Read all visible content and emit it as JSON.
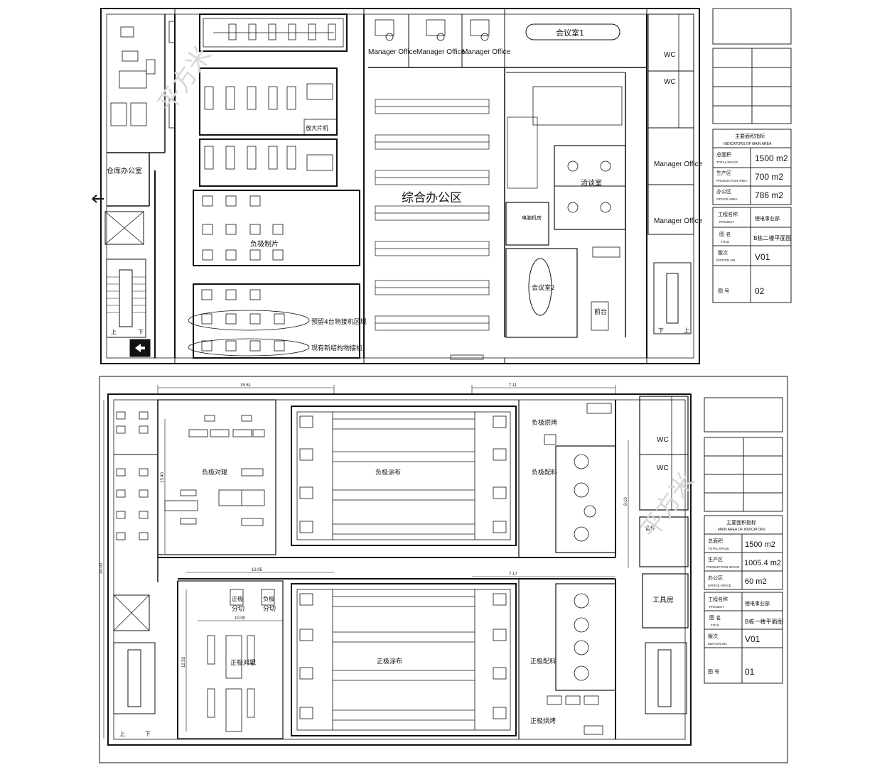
{
  "plan_upper": {
    "rooms": {
      "warehouse_office": "仓库办公室",
      "manager_office_1": "Manager Office",
      "manager_office_2": "Manager Office",
      "manager_office_3": "Manager Office",
      "meeting_room_1": "会议室1",
      "meeting_room_2": "会议室2",
      "negotiation_room": "洽谈室",
      "general_office": "综合办公区",
      "it_room": "电脑机房",
      "counter": "前台",
      "wc_1": "WC",
      "wc_2": "WC",
      "manager_office_right_1": "Manager Office",
      "manager_office_right_2": "Manager Office",
      "anode_cut": "负极制片",
      "reserved_winding": "预留4台物接机区域",
      "existing_winding": "现有新结构物接机",
      "amplifier_room": "放大片机",
      "stair_up": "上",
      "stair_down": "下",
      "stair_up_r": "上",
      "stair_down_r": "下"
    },
    "watermark": "平方米"
  },
  "plan_lower": {
    "rooms": {
      "anode_rolling": "负极对辊",
      "anode_coating": "负极涂布",
      "anode_baking": "负极烘烤",
      "anode_mixing": "负极配料",
      "cathode_rolling": "正极对辊",
      "cathode_coating": "正极涂布",
      "cathode_mixing": "正极配料",
      "cathode_baking": "正极烘烤",
      "tool_room": "工具房",
      "wc_1": "WC",
      "wc_2": "WC",
      "slit_1": "分切",
      "slit_2": "分切",
      "slit_tag_1": "正极",
      "slit_tag_2": "负极",
      "room_small": "备件",
      "stair_up": "上",
      "stair_down": "下"
    },
    "dims": {
      "d1": "15.61",
      "d2": "7.11",
      "d3": "13.05",
      "d4": "7.17",
      "d5": "10.00",
      "d6": "13.40",
      "d7": "30.00",
      "d8": "12.53",
      "d9": "9.10"
    },
    "watermark": "平方米"
  },
  "title_block_upper": {
    "header_cn": "主要面积指标",
    "header_en": "INDICATORS OF MAIN AREA",
    "rows": [
      {
        "cn": "总面积",
        "en": "TOTAL SPACE",
        "value": "1500 m2"
      },
      {
        "cn": "生产区",
        "en": "PRODUCTION AREA",
        "value": "700 m2"
      },
      {
        "cn": "办公区",
        "en": "OFFICE AREA",
        "value": "786 m2"
      }
    ],
    "project_cn": "工程名称",
    "project_en": "PROJECT",
    "project_value": "锂电事业部",
    "title_cn": "图 名",
    "title_en": "TITLE",
    "title_value": "B栋二楼平面图",
    "edition_cn": "版次",
    "edition_en": "EDITION NO.",
    "edition_value": "V01",
    "drawing_cn": "图 号",
    "drawing_value": "02"
  },
  "title_block_lower": {
    "header_cn": "主要面积指标",
    "header_en": "MAIN AREA OF INDICATORS",
    "rows": [
      {
        "cn": "总面积",
        "en": "TOTAL SPACE",
        "value": "1500 m2"
      },
      {
        "cn": "生产区",
        "en": "PRODUCTION SPACE",
        "value": "1005.4 m2"
      },
      {
        "cn": "办公区",
        "en": "OFFICE SPACE",
        "value": "60 m2"
      }
    ],
    "project_cn": "工程名称",
    "project_en": "PROJECT",
    "project_value": "锂电事业部",
    "title_cn": "图 名",
    "title_en": "TITLE",
    "title_value": "B栋一楼平面图",
    "edition_cn": "版次",
    "edition_en": "EDITION NO.",
    "edition_value": "V01",
    "drawing_cn": "图 号",
    "drawing_value": "01"
  }
}
